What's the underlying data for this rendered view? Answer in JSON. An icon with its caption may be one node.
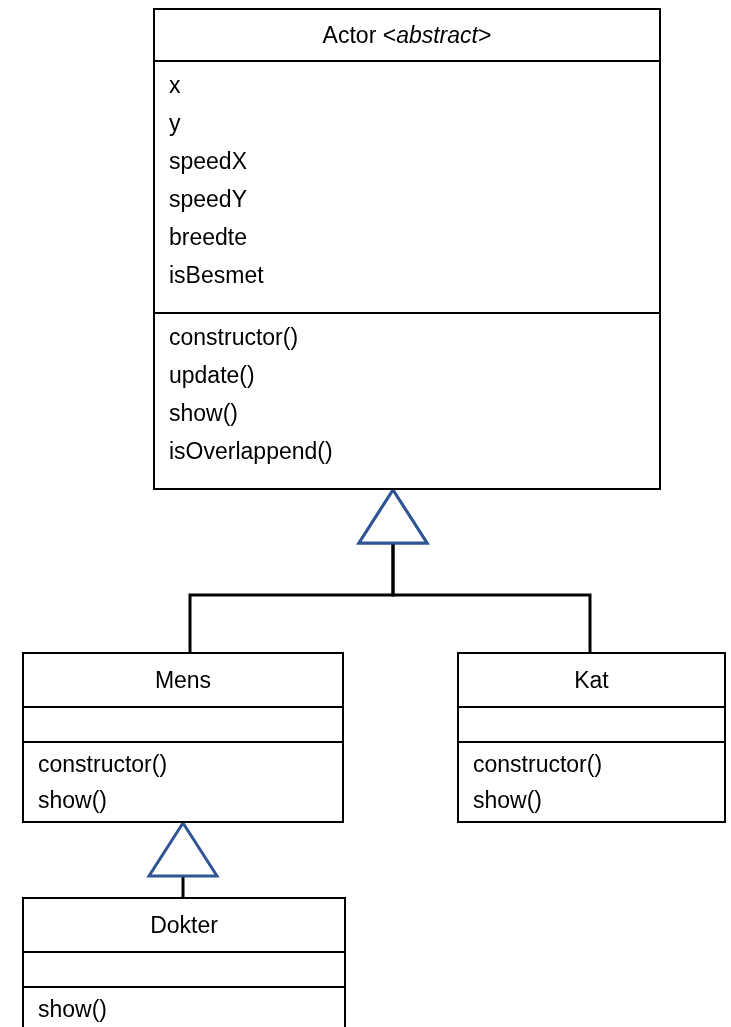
{
  "diagram": {
    "nodes": [
      {
        "text": [
          "Actor <*abstract*>",
          "x",
          "y",
          "speedX",
          "speedY",
          "breedte",
          "isBesmet",
          "constructor()",
          "update()",
          "show()",
          "isOverlappend()"
        ]
      },
      {
        "text": [
          "Mens",
          "constructor()",
          "show()"
        ]
      },
      {
        "text": [
          "Kat",
          "constructor()",
          "show()"
        ]
      },
      {
        "text": [
          "Dokter",
          "show()"
        ]
      }
    ],
    "edges": [
      {
        "from": 1,
        "to": 0,
        "arrow": "to"
      },
      {
        "from": 2,
        "to": 0,
        "arrow": "to"
      },
      {
        "from": 3,
        "to": 1,
        "arrow": "to"
      }
    ]
  }
}
